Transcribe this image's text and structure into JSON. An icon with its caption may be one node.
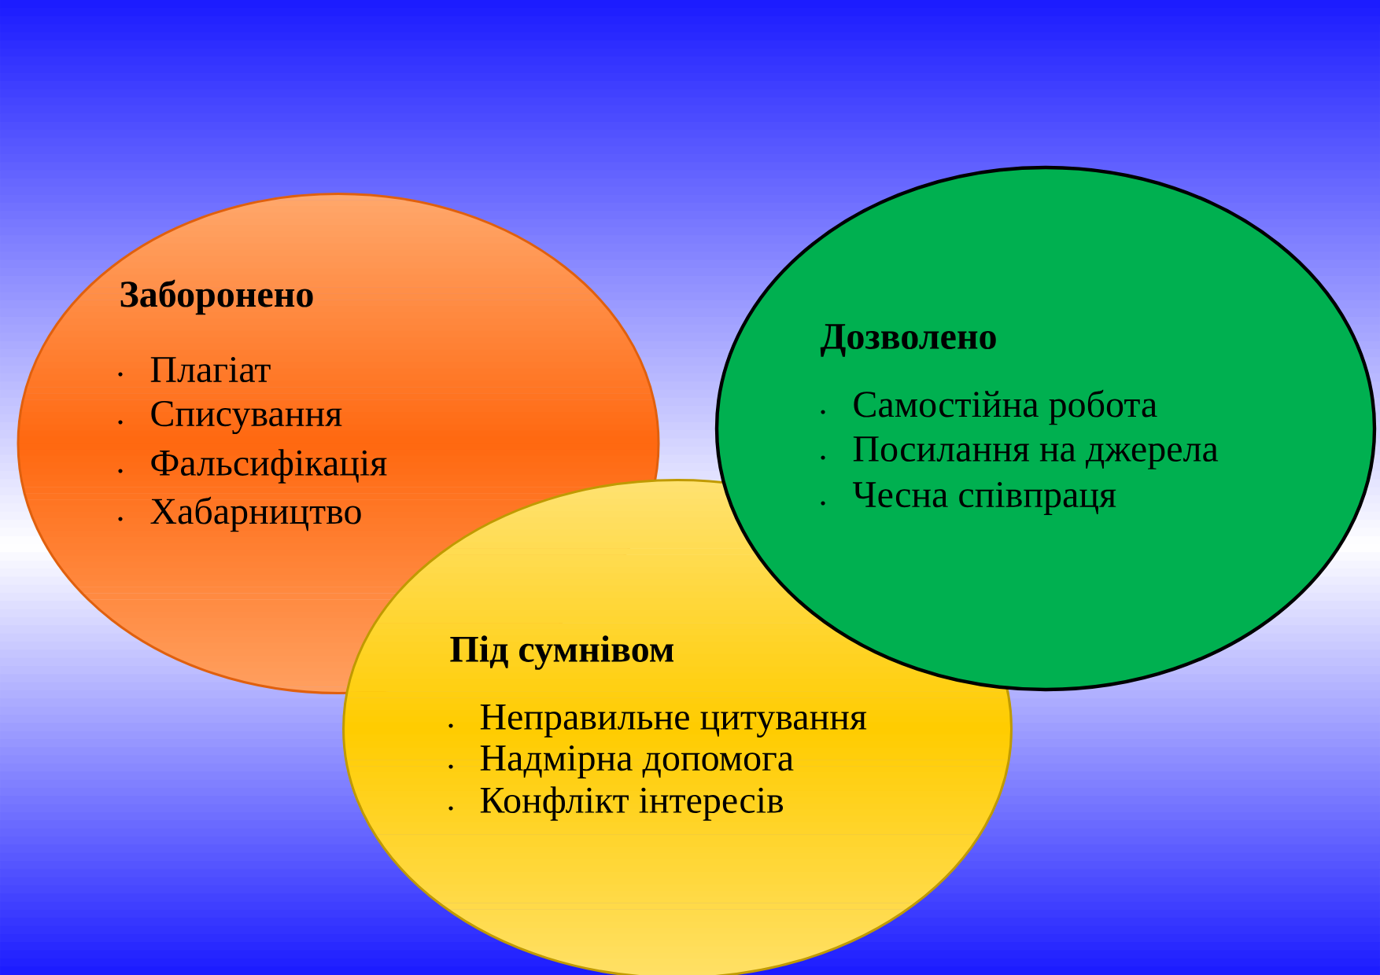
{
  "diagram": {
    "nodes": [
      {
        "text": [
          "Заборонено",
          "Плагіат",
          "Списування",
          "Фальсифікація",
          "Хабарництво"
        ]
      },
      {
        "text": [
          "Дозволено",
          "Самостійна робота",
          "Посилання на джерела",
          "Чесна співпраця"
        ]
      },
      {
        "text": [
          "Під сумнівом",
          "Неправильне цитування",
          "Надмірна допомога",
          "Конфлікт інтересів"
        ]
      }
    ]
  }
}
